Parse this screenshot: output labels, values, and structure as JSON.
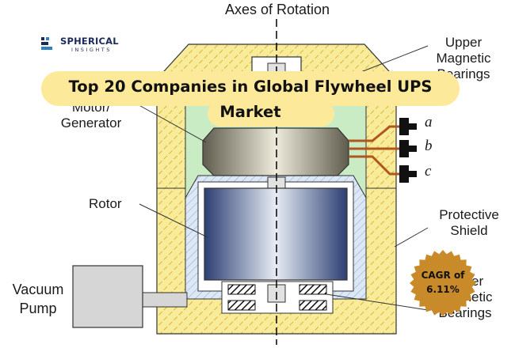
{
  "diagram": {
    "axis_label": "Axes of Rotation",
    "labels": {
      "upper_bearings": [
        "Upper",
        "Magnetic",
        "Bearings"
      ],
      "motor_generator": [
        "Motor/",
        "Generator"
      ],
      "rotor": "Rotor",
      "protective_shield": [
        "Protective",
        "Shield"
      ],
      "vacuum_pump": [
        "Vacuum",
        "Pump"
      ],
      "lower_bearings": [
        "Lower",
        "Magnetic",
        "Bearings"
      ]
    },
    "phases": [
      "a",
      "b",
      "c"
    ]
  },
  "banner": {
    "title": "Top 20 Companies in Global Flywheel UPS Market"
  },
  "logo": {
    "name": "SPHERICAL",
    "sub": "INSIGHTS"
  },
  "badge": {
    "text": "CAGR of 6.11%"
  },
  "colors": {
    "housing": "#f8ec9a",
    "hatch": "#d9a520",
    "vacuum": "#c9ecc4",
    "shield_fill": "#d2e1f5",
    "badge": "#c98a2a",
    "banner": "#fde99a",
    "wire": "#b0561f"
  }
}
